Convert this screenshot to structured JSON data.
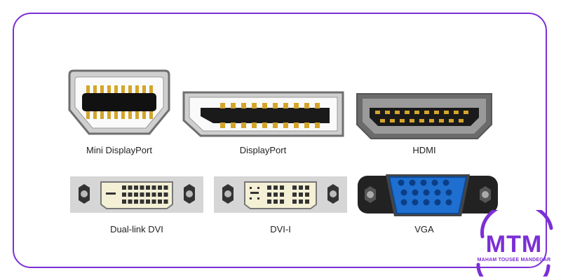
{
  "connectors": [
    {
      "id": "mini-displayport",
      "label": "Mini DisplayPort"
    },
    {
      "id": "displayport",
      "label": "DisplayPort"
    },
    {
      "id": "hdmi",
      "label": "HDMI"
    },
    {
      "id": "dual-link-dvi",
      "label": "Dual-link DVI"
    },
    {
      "id": "dvi-i",
      "label": "DVI-I"
    },
    {
      "id": "vga",
      "label": "VGA"
    }
  ],
  "logo": {
    "text": "MTM",
    "subtext": "MAHAM TOUSEE MANDEGAR"
  },
  "colors": {
    "accent": "#7b2fd6",
    "pin_gold": "#d4a52a",
    "vga_blue": "#1f6fd0",
    "dvi_cream": "#f4f0d6"
  }
}
